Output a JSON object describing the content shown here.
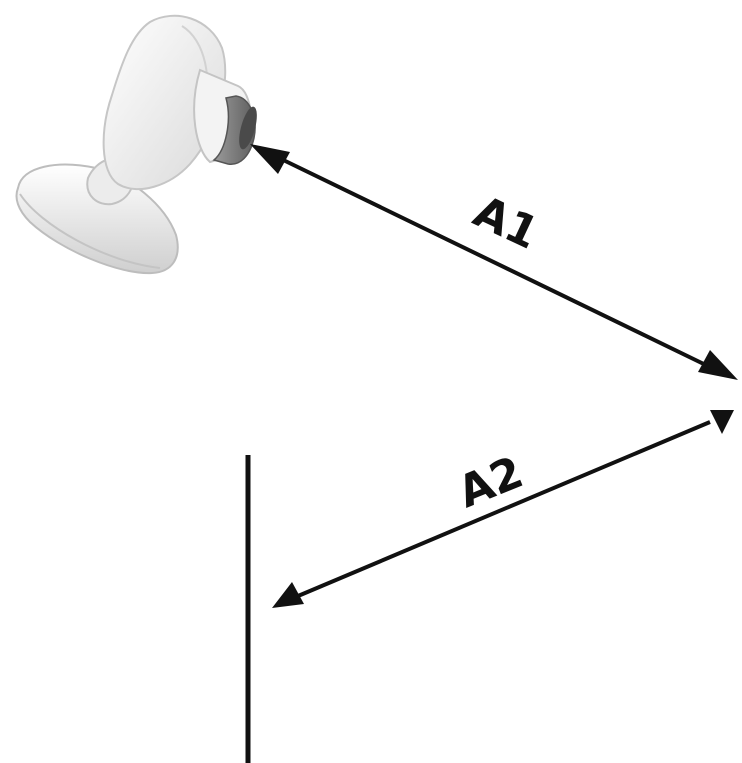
{
  "diagram": {
    "labels": {
      "a1": "A1",
      "a2": "A2"
    },
    "icons": {
      "camera": "camera-icon",
      "wall": "wall-line"
    },
    "colors": {
      "ink": "#111111",
      "camera_body": "#f2f2f2",
      "camera_shadow": "#cfcfcf",
      "lens_ring": "#7a7a7a"
    }
  }
}
